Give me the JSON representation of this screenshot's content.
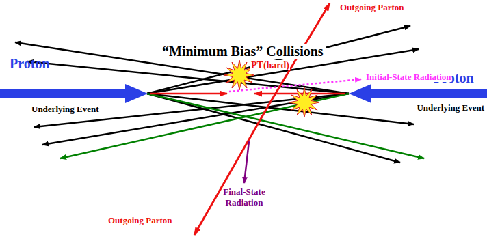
{
  "diagram": {
    "title": "“Minimum Bias” Collisions",
    "labels": [
      "Proton",
      "Proton",
      "Underlying Event",
      "Underlying Event",
      "Outgoing Parton",
      "Outgoing Parton",
      "PT(hard)",
      "Initial-State Radiation",
      "Final-State Radiation"
    ]
  }
}
